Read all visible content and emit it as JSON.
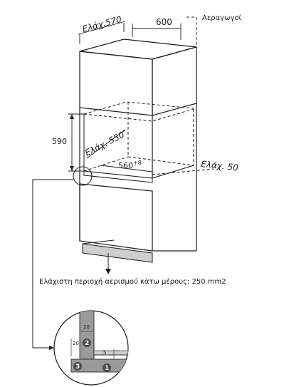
{
  "dimensions": {
    "min_depth": "Ελάχ.570",
    "width": "600",
    "ventilation": "Αεραγωγοί",
    "height": "590",
    "min_height": "Ελάχ. 550",
    "min_height_note": "*",
    "niche_width": "560",
    "niche_width_tolerance": "+8",
    "min_gap": "Ελάχ. 50"
  },
  "caption": "Ελάχιστη περιοχή αερισμού κάτω μέρους: 250 mm2",
  "detail": {
    "dim_top": "20",
    "dim_side": "20",
    "dim_small": "5",
    "markers": [
      "1",
      "2",
      "3"
    ]
  },
  "colors": {
    "line": "#1a1a1a",
    "panel_gray": "#9a9a9a",
    "vent_gray": "#cfcfcf",
    "marker_fill": "#4a4a4a"
  }
}
